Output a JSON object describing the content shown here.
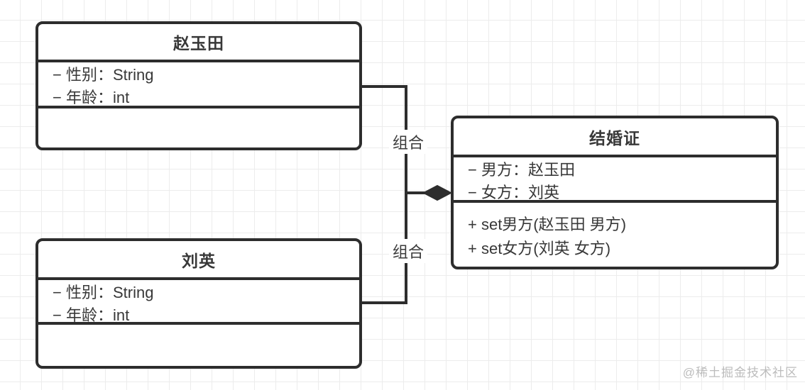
{
  "diagram": {
    "type": "uml-class-diagram",
    "classes": [
      {
        "name": "赵玉田",
        "attributes": [
          "− 性别：String",
          "− 年龄：int"
        ],
        "methods": []
      },
      {
        "name": "刘英",
        "attributes": [
          "− 性别：String",
          "− 年龄：int"
        ],
        "methods": []
      },
      {
        "name": "结婚证",
        "attributes": [
          "− 男方：赵玉田",
          "− 女方：刘英"
        ],
        "methods": [
          "+ set男方(赵玉田 男方)",
          "+ set女方(刘英 女方)"
        ]
      }
    ],
    "relations": [
      {
        "label": "组合",
        "type": "composition",
        "from": "赵玉田",
        "to": "结婚证"
      },
      {
        "label": "组合",
        "type": "composition",
        "from": "刘英",
        "to": "结婚证"
      }
    ]
  },
  "colors": {
    "stroke": "#2d2d2d",
    "text": "#383838",
    "grid": "#ececec",
    "background": "#ffffff",
    "watermark": "#bcbcbc"
  },
  "watermark": "@稀土掘金技术社区"
}
